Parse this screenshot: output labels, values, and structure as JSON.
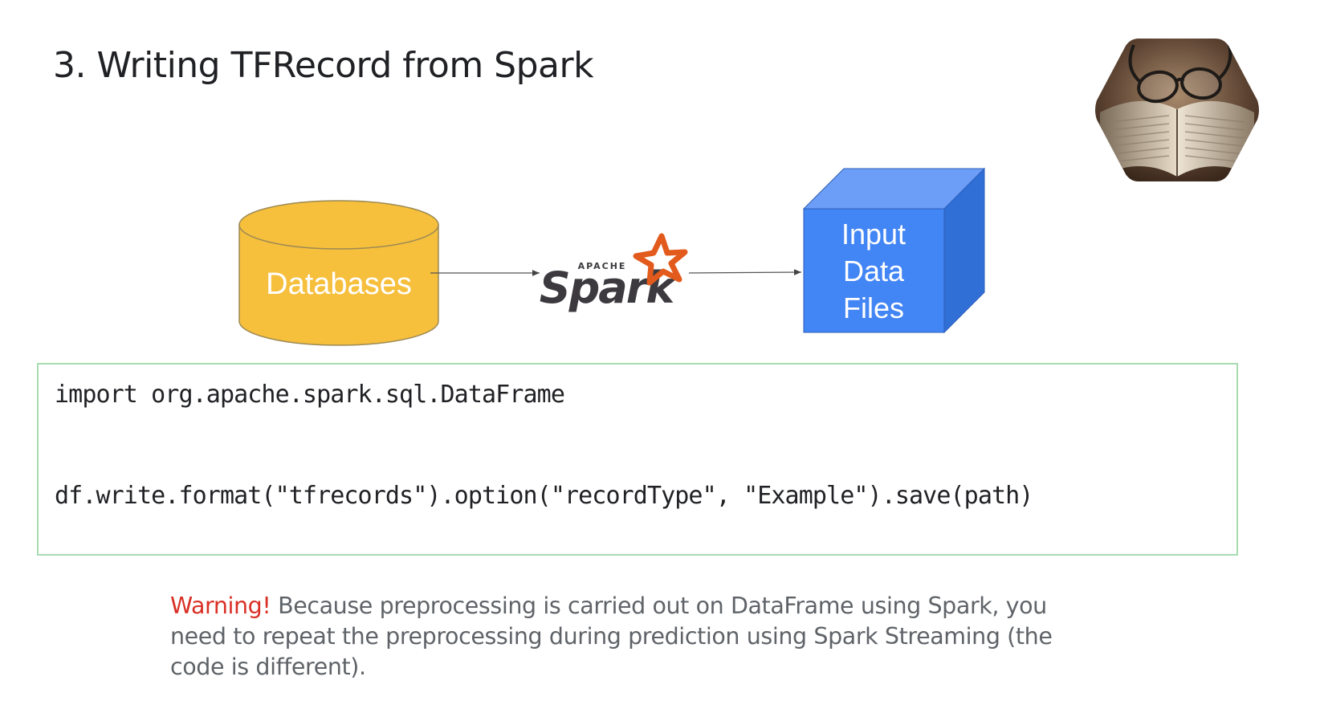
{
  "slide": {
    "title": "3. Writing TFRecord from Spark"
  },
  "diagram": {
    "source_label": "Databases",
    "processor_top_label": "APACHE",
    "processor_label": "Spark",
    "target_label_lines": [
      "Input",
      "Data",
      "Files"
    ],
    "colors": {
      "database": "#f6bf3c",
      "database_stroke": "#9c8a55",
      "cube_front": "#4285f4",
      "cube_top": "#6c9ef7",
      "cube_side": "#2f6fd6",
      "spark_star": "#e25a1c",
      "spark_text": "#3c3a3e"
    }
  },
  "code": {
    "lines": [
      "import org.apache.spark.sql.DataFrame",
      "df.write.format(\"tfrecords\").option(\"recordType\", \"Example\").save(path)"
    ],
    "border_color": "#a8dcb0"
  },
  "warning": {
    "label": "Warning!",
    "text": " Because preprocessing is carried out on DataFrame using Spark, you need to repeat the preprocessing during prediction using Spark Streaming (the code is different)."
  },
  "icons": {
    "photo": "hexagon-book-glasses-photo",
    "source": "database-cylinder-icon",
    "processor": "spark-logo",
    "target": "cube-icon"
  }
}
